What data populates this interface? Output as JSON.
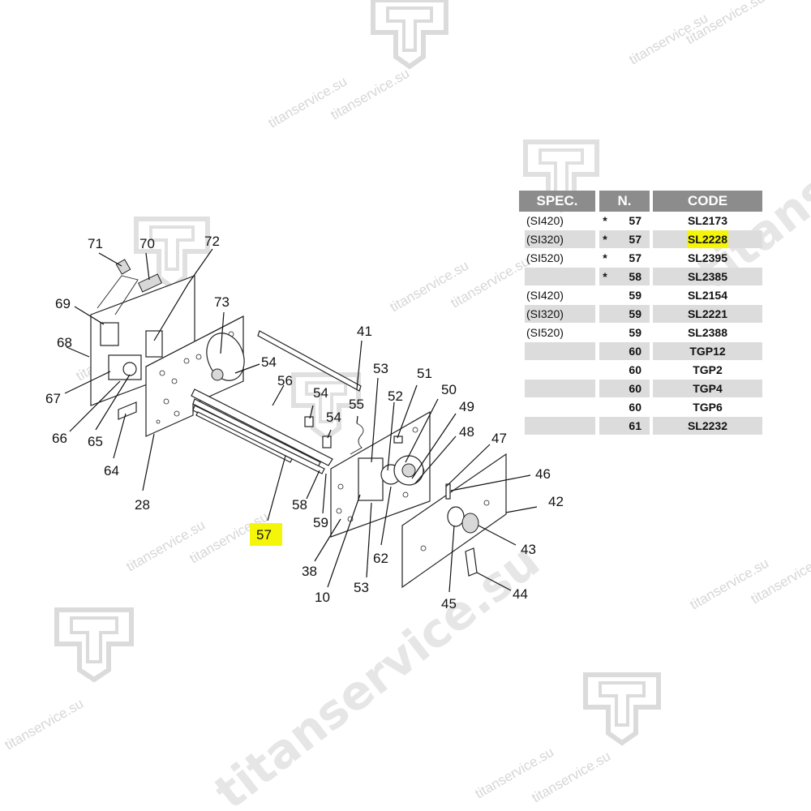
{
  "watermark": {
    "site": "titanservice.su",
    "big": "titanservice.su"
  },
  "table": {
    "headers": [
      "SPEC.",
      "N.",
      "CODE"
    ],
    "rows": [
      {
        "spec": "(SI420)",
        "star": "*",
        "n": "57",
        "code": "SL2173",
        "highlight": false
      },
      {
        "spec": "(SI320)",
        "star": "*",
        "n": "57",
        "code": "SL2228",
        "highlight": true
      },
      {
        "spec": "(SI520)",
        "star": "*",
        "n": "57",
        "code": "SL2395",
        "highlight": false
      },
      {
        "spec": "",
        "star": "*",
        "n": "58",
        "code": "SL2385",
        "highlight": false
      },
      {
        "spec": "(SI420)",
        "star": "",
        "n": "59",
        "code": "SL2154",
        "highlight": false
      },
      {
        "spec": "(SI320)",
        "star": "",
        "n": "59",
        "code": "SL2221",
        "highlight": false
      },
      {
        "spec": "(SI520)",
        "star": "",
        "n": "59",
        "code": "SL2388",
        "highlight": false
      },
      {
        "spec": "",
        "star": "",
        "n": "60",
        "code": "TGP12",
        "highlight": false
      },
      {
        "spec": "",
        "star": "",
        "n": "60",
        "code": "TGP2",
        "highlight": false
      },
      {
        "spec": "",
        "star": "",
        "n": "60",
        "code": "TGP4",
        "highlight": false
      },
      {
        "spec": "",
        "star": "",
        "n": "60",
        "code": "TGP6",
        "highlight": false
      },
      {
        "spec": "",
        "star": "",
        "n": "61",
        "code": "SL2232",
        "highlight": false
      }
    ]
  },
  "callouts": {
    "c71": "71",
    "c70": "70",
    "c72": "72",
    "c69": "69",
    "c68": "68",
    "c67": "67",
    "c66": "66",
    "c65": "65",
    "c64": "64",
    "c28": "28",
    "c73": "73",
    "c54a": "54",
    "c56": "56",
    "c54b": "54",
    "c54c": "54",
    "c55": "55",
    "c41": "41",
    "c57": "57",
    "c58": "58",
    "c59": "59",
    "c53a": "53",
    "c52": "52",
    "c51": "51",
    "c50": "50",
    "c49": "49",
    "c48": "48",
    "c47": "47",
    "c46": "46",
    "c42": "42",
    "c43": "43",
    "c44": "44",
    "c45": "45",
    "c62": "62",
    "c53b": "53",
    "c10": "10",
    "c38": "38"
  },
  "highlight_color": "#f5f50a"
}
